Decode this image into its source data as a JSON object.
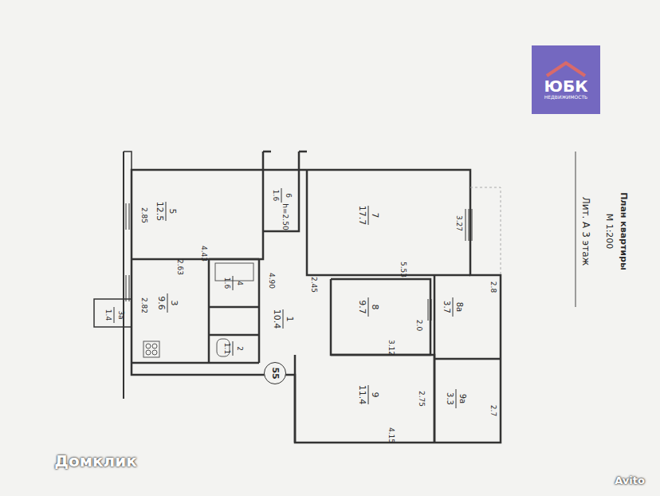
{
  "diagram": {
    "title": "План квартиры",
    "nodes": [
      {
        "text": [
          "ЮБК",
          "НЕДВИЖИМОСТЬ"
        ]
      },
      {
        "text": [
          "55"
        ]
      }
    ],
    "labels": [
      "М 1:200",
      "Лит. А 3 этаж",
      "5",
      "12.5",
      "6",
      "1.6",
      "7",
      "17.7",
      "3",
      "9.6",
      "3а",
      "1.4",
      "4",
      "1.6",
      "2",
      "1.1",
      "1",
      "10.4",
      "8",
      "9.7",
      "8а",
      "3.7",
      "9",
      "11.4",
      "9а",
      "3.3",
      "2.85",
      "4.43",
      "2.63",
      "2.82",
      "4.90",
      "2.45",
      "h=2.50",
      "5.53",
      "3.27",
      "3.12",
      "2.0",
      "2.75",
      "4.15",
      "2.8",
      "2.7",
      "Домклик",
      "Avito"
    ]
  }
}
